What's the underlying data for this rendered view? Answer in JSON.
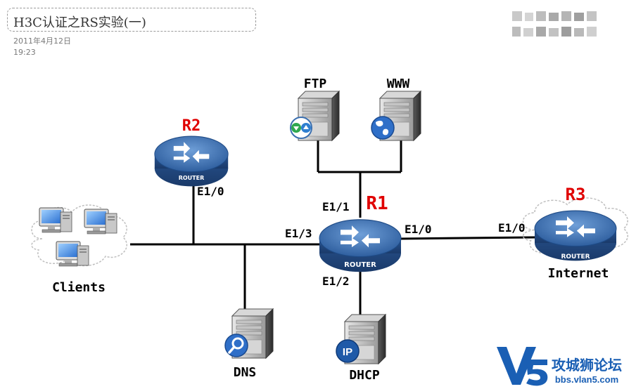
{
  "header": {
    "title": "H3C认证之RS实验(一)",
    "date": "2011年4月12日",
    "time": "19:23"
  },
  "routers": {
    "r1": {
      "name": "R1",
      "badge": "ROUTER"
    },
    "r2": {
      "name": "R2",
      "badge": "ROUTER"
    },
    "r3": {
      "name": "R3",
      "badge": "ROUTER"
    }
  },
  "servers": {
    "ftp": "FTP",
    "www": "WWW",
    "dns": "DNS",
    "dhcp": "DHCP"
  },
  "groups": {
    "clients": "Clients",
    "internet": "Internet"
  },
  "interfaces": {
    "r2_e10": "E1/0",
    "r1_e11": "E1/1",
    "r1_e13": "E1/3",
    "r1_e10": "E1/0",
    "r1_e12": "E1/2",
    "r3_e10": "E1/0"
  },
  "watermark": {
    "brand": "攻城狮论坛",
    "url": "bbs.vlan5.com",
    "logo_text": "V5"
  },
  "colors": {
    "router_blue": "#3a6fb0",
    "router_label_red": "#e00000",
    "watermark_blue": "#1a5fb4"
  }
}
